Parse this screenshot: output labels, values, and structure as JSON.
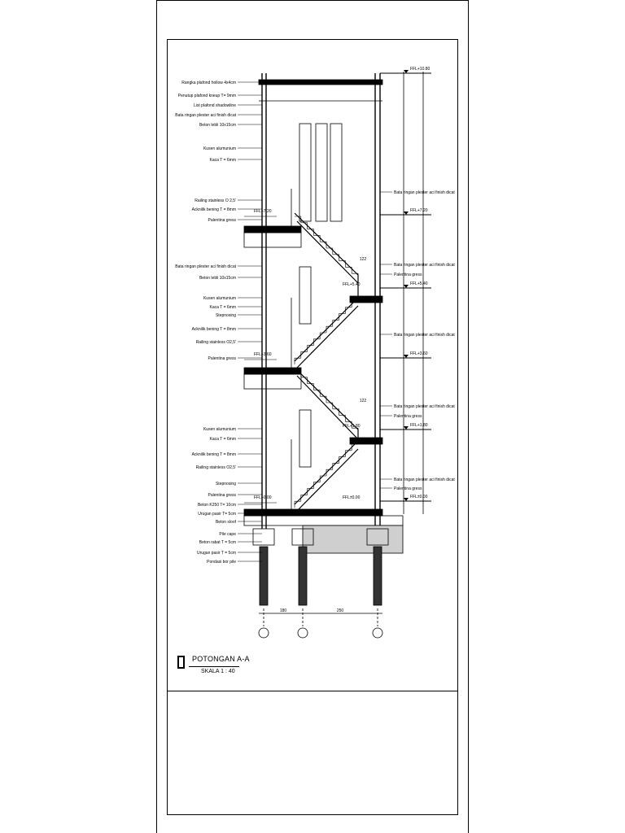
{
  "drawing": {
    "title": "POTONGAN A-A",
    "scale": "SKALA 1 : 40"
  },
  "left_labels": [
    "Rangka plafond hollow 4x4cm",
    "Penutup plafond kneup T= 9mm",
    "List plafond shadowline",
    "Bata ringan plester aci finish dicat",
    "Beton lebli 10x15cm",
    "Kusen alumunium",
    "Kaca T = 6mm",
    "Railing stainless O 2,5'",
    "Acknilik bening T = 8mm",
    "Palentina gress",
    "Bata ringan plester aci finish dicat",
    "Beton lebli 10x15cm",
    "Kusen alumunium",
    "Kaca T = 6mm",
    "Stepnosing",
    "Acknilik bening T = 8mm",
    "Railing stainless O2,5'",
    "Palentina gress",
    "Kusen alumunium",
    "Kaca T = 6mm",
    "Acknilik bening T = 8mm",
    "Railing stainless O2,5'",
    "Stepnosing",
    "Palentina gress",
    "Beton K250 T= 10cm",
    "Urugan pasir T= 5cm",
    "Beton sloof",
    "Pile cape",
    "Beton rabat T = 5cm",
    "Urugan pasir T = 5cm",
    "Pondasi bor pile"
  ],
  "right_labels": [
    "Bata ringan plester aci finish dicat",
    "Bata ringan plester aci finish dicat",
    "Palentina gress",
    "Bata ringan plester aci finish dicat",
    "Bata ringan plester aci finish dicat",
    "Palentina gress",
    "Bata ringan plester aci finish dicat",
    "Palentina gress"
  ],
  "levels_right": [
    "FFL+10.80",
    "FFL+7.20",
    "FFL+5.40",
    "FFL+3.60",
    "FFL+1.80",
    "FFL±0.00"
  ],
  "levels_left": [
    "FFL+7.20",
    "FFL+3.60",
    "FFL+0.00"
  ],
  "levels_mid": [
    "FFL+5.40",
    "FFL+1.80",
    "FFL±0.00"
  ],
  "dims": [
    "180",
    "250"
  ],
  "small_dims": [
    "122",
    "122"
  ]
}
